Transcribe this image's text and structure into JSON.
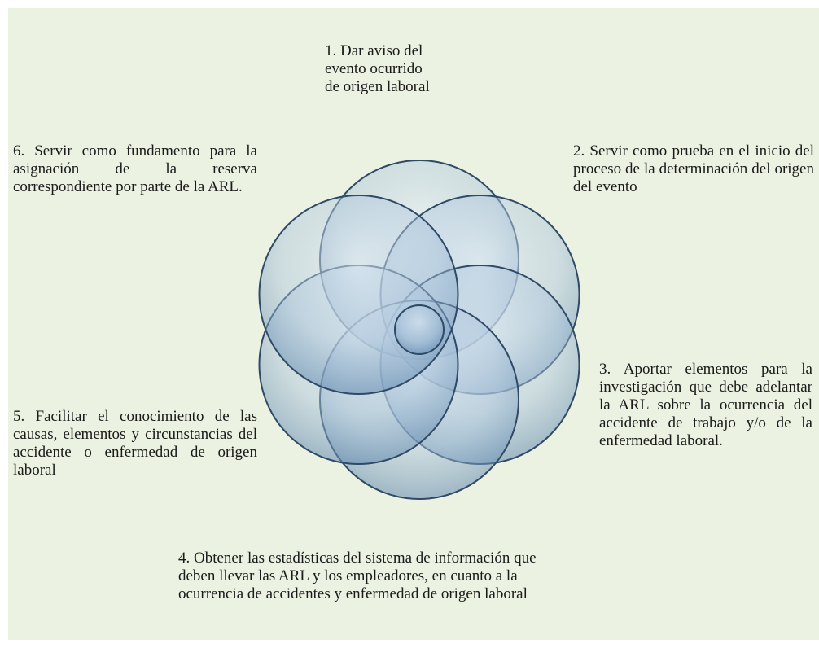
{
  "diagram": {
    "center_label": "",
    "items": [
      {
        "id": "1",
        "text": "1.  Dar aviso del\nevento ocurrido\nde origen laboral"
      },
      {
        "id": "2",
        "text": "2.  Servir como prueba en el inicio del proceso de la determinación del origen del evento"
      },
      {
        "id": "3",
        "text": "3. Aportar elementos para la investigación que debe adelantar la ARL sobre la ocurrencia del accidente de trabajo y/o de la enfermedad laboral."
      },
      {
        "id": "4",
        "text": "4. Obtener las estadísticas del sistema de información que\ndeben llevar las ARL y los empleadores, en cuanto a la\nocurrencia de accidentes y enfermedad de origen laboral"
      },
      {
        "id": "5",
        "text": "5. Facilitar el conocimiento de las causas, elementos y circunstancias del accidente o enfermedad de origen laboral"
      },
      {
        "id": "6",
        "text": "6. Servir como fundamento para la asignación de la reserva correspondiente por parte de la ARL."
      }
    ]
  },
  "colors": {
    "background": "#ecf2e2",
    "circle_fill": "#8fb1cf",
    "circle_stroke": "#2f4a66"
  }
}
